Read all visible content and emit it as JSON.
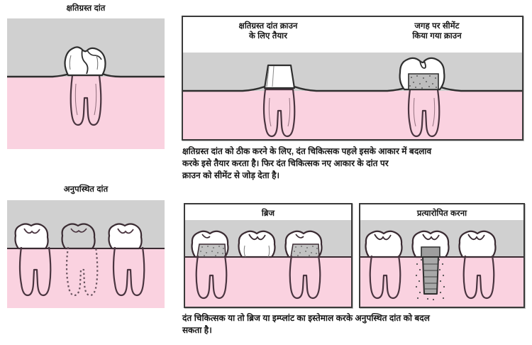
{
  "figure": {
    "language": "hi",
    "topic": "dental-restoration-diagram"
  },
  "colors": {
    "gum_pink": "#fad2e0",
    "background_gray": "#d0d0d0",
    "tooth_white": "#ffffff",
    "outline": "#3a3a3a",
    "missing_tooth_fill": "#d0d0d0",
    "filling_stipple": "#8a8a8a",
    "text": "#151515",
    "page_background": "#ffffff"
  },
  "left_column": {
    "damaged": {
      "label": "क्षतिग्रस्त दांत",
      "scene": "single molar with chipped/damaged crown in gum"
    },
    "missing": {
      "label": "अनुपस्थित दांत",
      "scene": "three tooth positions, middle tooth missing shown as dotted outline"
    }
  },
  "top_right_panel": {
    "captions": [
      {
        "line1": "क्षतिग्रस्त दांत क्राउन",
        "line2": "के लिए तैयार"
      },
      {
        "line1": "जगह पर सीमेंट",
        "line2": "किया गया क्राउन"
      }
    ],
    "scene_left": "prepared tooth stump reduced for crown",
    "scene_right": "crown cemented over prepared tooth"
  },
  "top_paragraph": {
    "lines": [
      "क्षतिग्रस्त दांत को ठीक करने के लिए, दंत चिकित्सक पहले इसके आकार में बदलाव",
      "करके इसे तैयार करता है। फिर दंत चिकित्सक नए आकार के दांत पर",
      "क्राउन को सीमेंट से जोड़ देता है।"
    ]
  },
  "bottom_right_panels": [
    {
      "title": "ब्रिज",
      "scene": "bridge spanning gap with two crowned abutment teeth and a pontic"
    },
    {
      "title": "प्रत्यारोपित करना",
      "scene": "implant post placed in bone with crown on top between two natural teeth"
    }
  ],
  "bottom_paragraph": {
    "lines": [
      "दंत चिकित्सक या तो ब्रिज या इम्प्लांट का इस्तेमाल करके अनुपस्थित दांत को बदल",
      "सकता है।"
    ]
  }
}
